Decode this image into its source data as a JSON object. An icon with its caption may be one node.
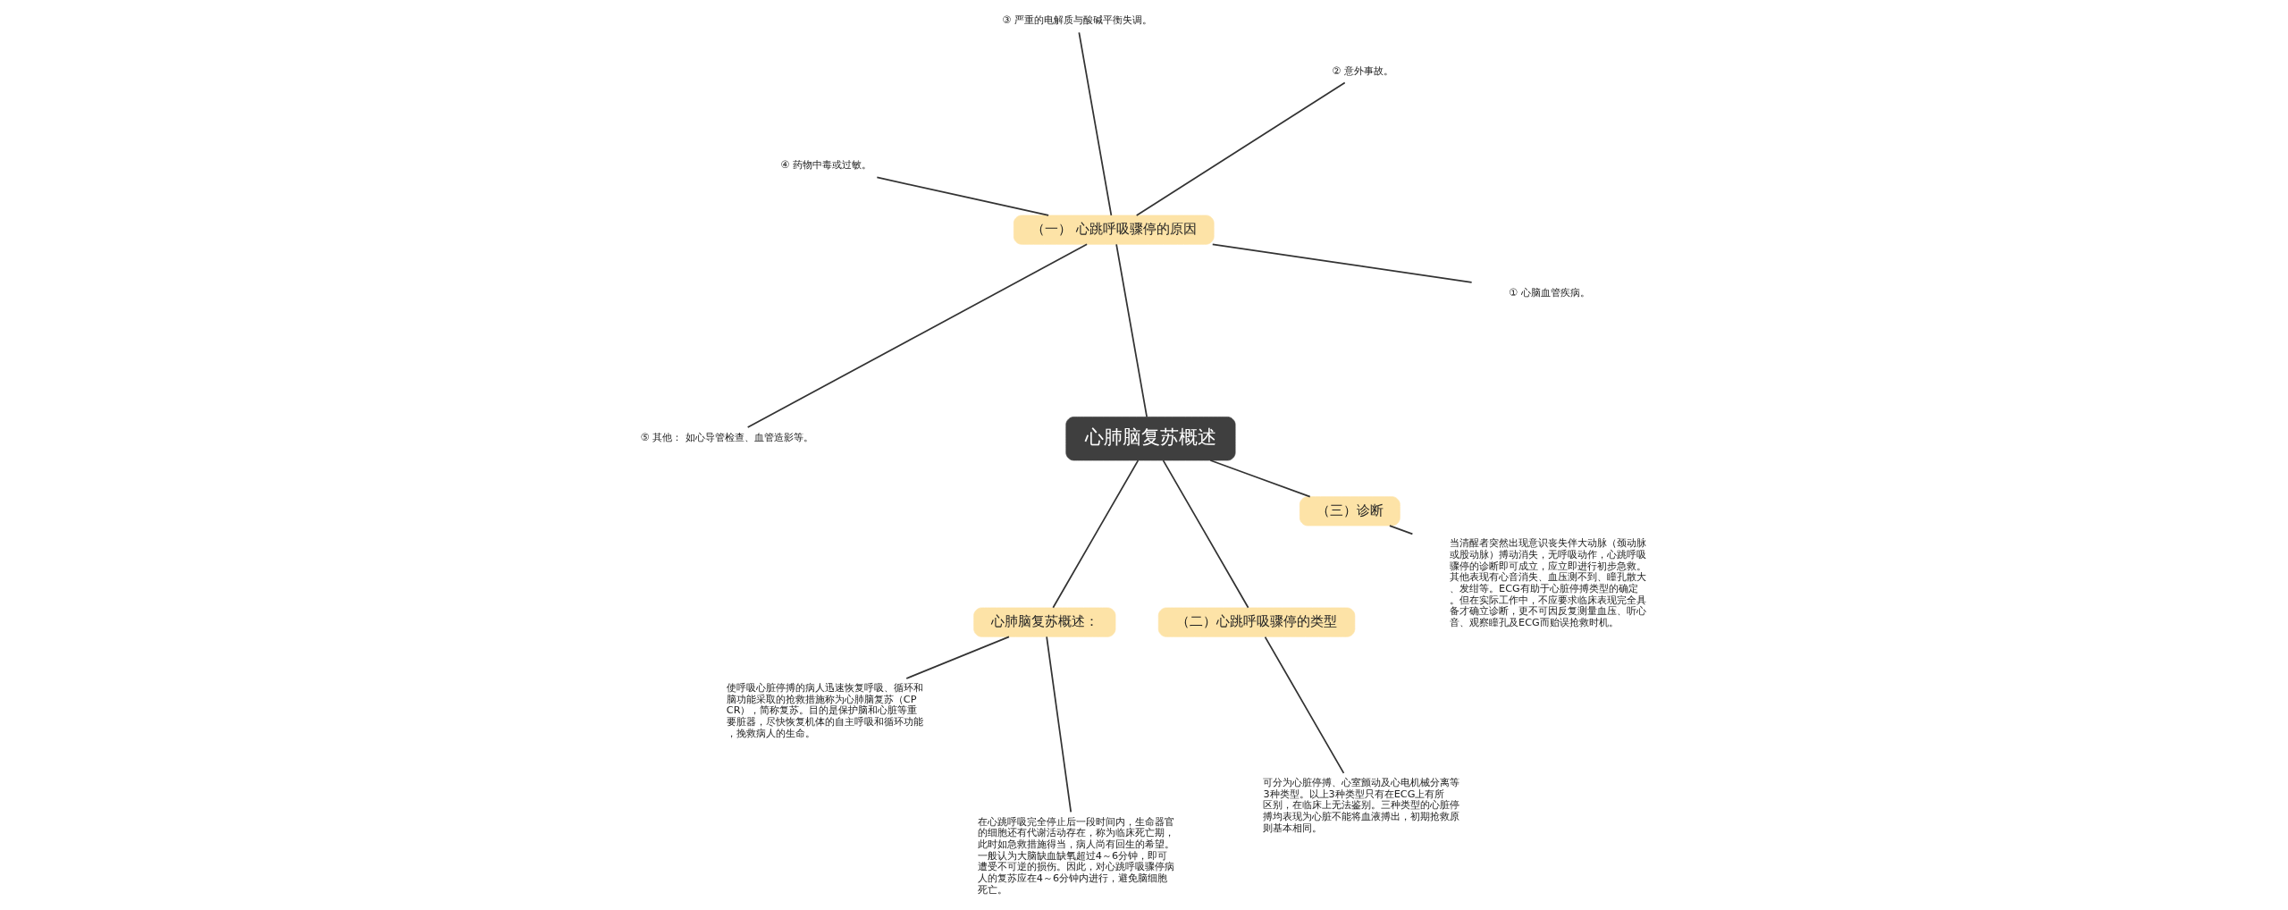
{
  "diagram": {
    "nodes": [
      {
        "text": [
          "心肺脑复苏概述"
        ]
      },
      {
        "text": [
          "（一） 心跳呼吸骤停的原因"
        ]
      },
      {
        "text": [
          "心肺脑复苏概述："
        ]
      },
      {
        "text": [
          "（二）心跳呼吸骤停的类型"
        ]
      },
      {
        "text": [
          "（三）诊断"
        ]
      },
      {
        "text": [
          "① 心脑血管疾病。"
        ]
      },
      {
        "text": [
          "② 意外事故。"
        ]
      },
      {
        "text": [
          "③ 严重的电解质与酸碱平衡失调。"
        ]
      },
      {
        "text": [
          "④ 药物中毒或过敏。"
        ]
      },
      {
        "text": [
          "⑤ 其他： 如心导管检查、血管造影等。"
        ]
      },
      {
        "text": [
          "使呼吸心脏停搏的病人迅速恢复呼吸、循环和脑功能采取的抢救措施称为心肺脑复苏（CPCR），简称复苏。目的是保护脑和心脏等重要脏器，尽快恢复机体的自主呼吸和循环功能，挽救病人的生命。"
        ]
      },
      {
        "text": [
          "在心跳呼吸完全停止后一段时间内，生命器官的细胞还有代谢活动存在，称为临床死亡期，此时如急救措施得当，病人尚有回生的希望。一般认为大脑缺血缺氧超过4～6分钟，即可遭受不可逆的损伤。因此，对心跳呼吸骤停病人的复苏应在4～6分钟内进行，避免脑细胞死亡。"
        ]
      },
      {
        "text": [
          "可分为心脏停搏、心室颤动及心电机械分离等3种类型。以上3种类型只有在ECG上有所区别，在临床上无法鉴别。三种类型的心脏停搏均表现为心脏不能将血液搏出，初期抢救原则基本相同。"
        ]
      },
      {
        "text": [
          "当清醒者突然出现意识丧失伴大动脉（颈动脉或股动脉）搏动消失，无呼吸动作，心跳呼吸骤停的诊断即可成立，应立即进行初步急救。其他表现有心音消失、血压测不到、瞳孔散大、发绀等。ECG有助于心脏停搏类型的确定。但在实际工作中，不应要求临床表现完全具备才确立诊断，更不可因反复测量血压、听心音、观察瞳孔及ECG而贻误抢救时机。"
        ]
      }
    ],
    "edges": [
      {
        "from": 0,
        "to": 1,
        "arrow": "none"
      },
      {
        "from": 0,
        "to": 2,
        "arrow": "none"
      },
      {
        "from": 0,
        "to": 3,
        "arrow": "none"
      },
      {
        "from": 0,
        "to": 4,
        "arrow": "none"
      },
      {
        "from": 1,
        "to": 5,
        "arrow": "none"
      },
      {
        "from": 1,
        "to": 6,
        "arrow": "none"
      },
      {
        "from": 1,
        "to": 7,
        "arrow": "none"
      },
      {
        "from": 1,
        "to": 8,
        "arrow": "none"
      },
      {
        "from": 1,
        "to": 9,
        "arrow": "none"
      },
      {
        "from": 2,
        "to": 10,
        "arrow": "none"
      },
      {
        "from": 2,
        "to": 11,
        "arrow": "none"
      },
      {
        "from": 3,
        "to": 12,
        "arrow": "none"
      },
      {
        "from": 4,
        "to": 13,
        "arrow": "none"
      }
    ]
  }
}
